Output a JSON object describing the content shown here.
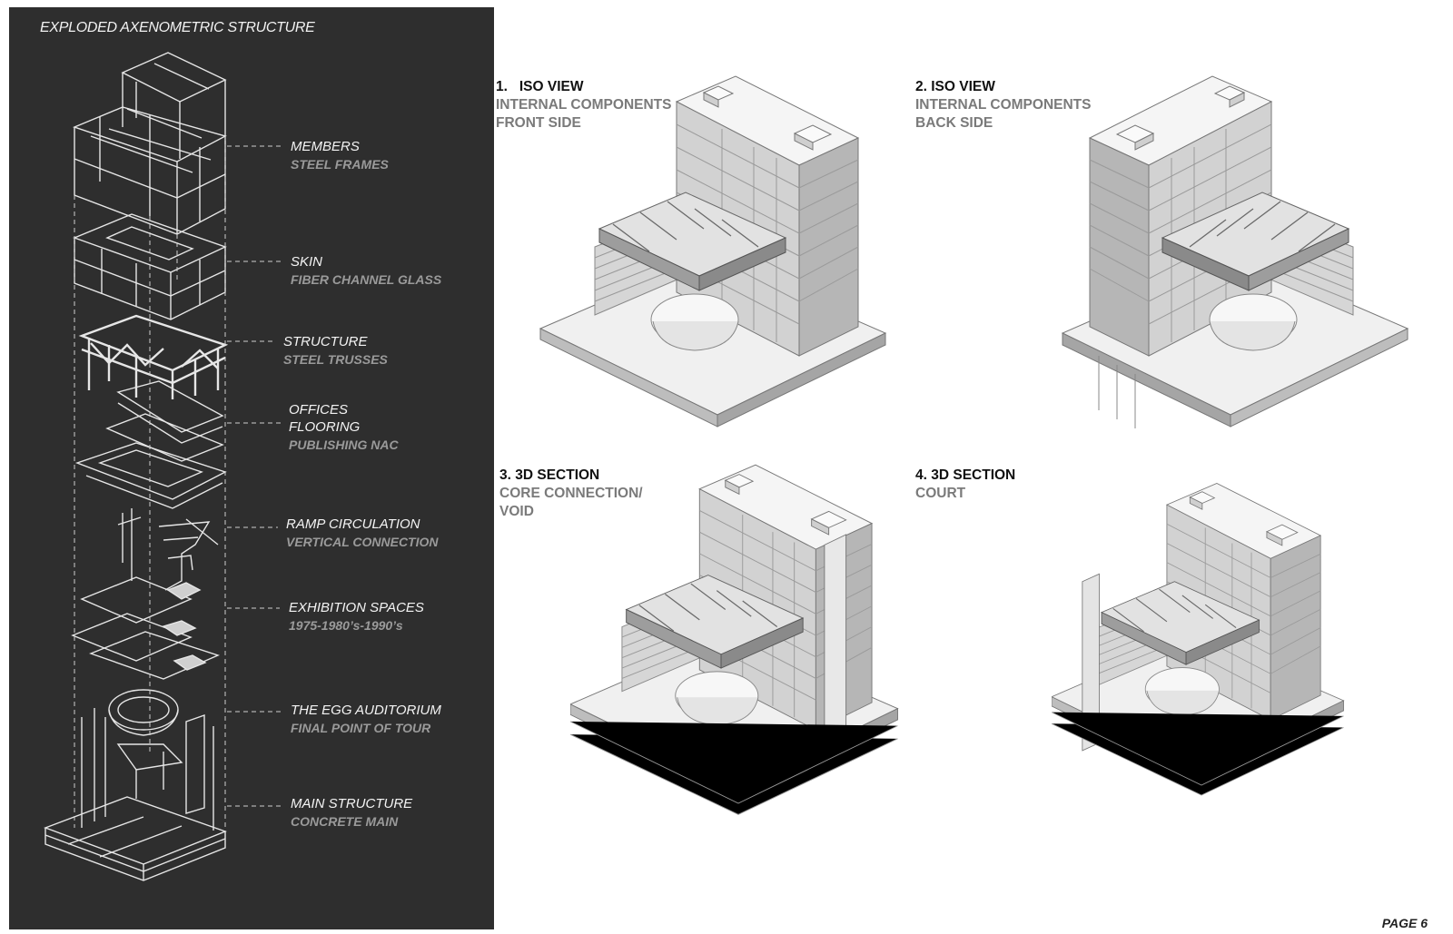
{
  "panel": {
    "title": "EXPLODED AXENOMETRIC STRUCTURE",
    "labels": [
      {
        "title": "MEMBERS",
        "subtitle": "STEEL FRAMES"
      },
      {
        "title": "SKIN",
        "subtitle": "FIBER CHANNEL GLASS"
      },
      {
        "title": "STRUCTURE",
        "subtitle": "STEEL TRUSSES"
      },
      {
        "title": "OFFICES",
        "title2": "FLOORING",
        "subtitle": "PUBLISHING NAC"
      },
      {
        "title": "RAMP CIRCULATION",
        "subtitle": "VERTICAL CONNECTION"
      },
      {
        "title": "EXHIBITION SPACES",
        "subtitle": "1975-1980’s-1990’s"
      },
      {
        "title": "THE EGG AUDITORIUM",
        "subtitle": "FINAL POINT OF TOUR"
      },
      {
        "title": "MAIN STRUCTURE",
        "subtitle": "CONCRETE MAIN"
      }
    ]
  },
  "views": [
    {
      "heading": "1.   ISO VIEW",
      "lines": [
        "INTERNAL COMPONENTS",
        "FRONT SIDE"
      ]
    },
    {
      "heading": "2. ISO VIEW",
      "lines": [
        "INTERNAL COMPONENTS",
        "BACK SIDE"
      ]
    },
    {
      "heading": "3. 3D SECTION",
      "lines": [
        "CORE CONNECTION/",
        "VOID"
      ]
    },
    {
      "heading": "4. 3D SECTION",
      "lines": [
        "COURT"
      ]
    }
  ],
  "page": {
    "number_label": "PAGE 6"
  },
  "colors": {
    "panel_bg": "#2e2e2e",
    "line": "#e6e6e6",
    "subtitle": "#9a9a9a",
    "model_light": "#f2f2f2",
    "model_mid": "#c8c8c8",
    "model_dark": "#8c8c8c"
  }
}
